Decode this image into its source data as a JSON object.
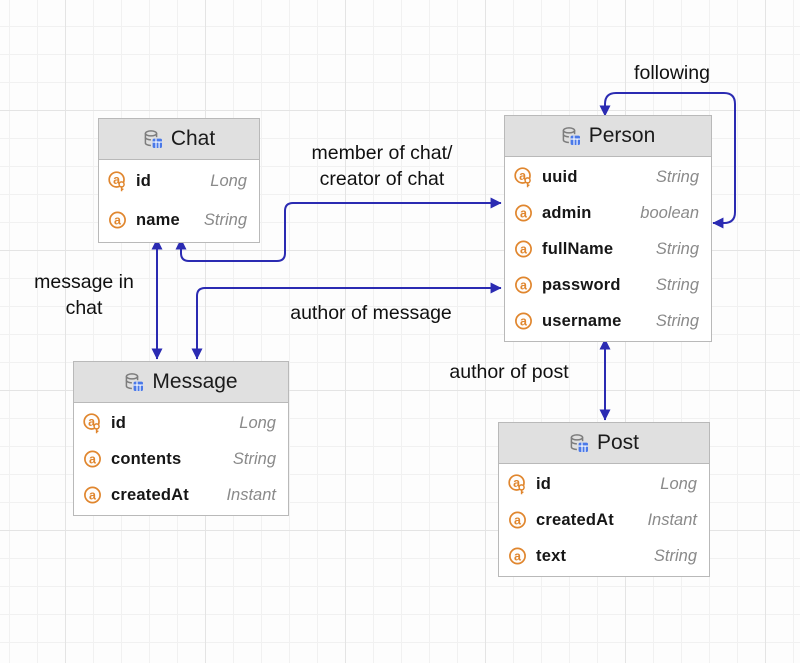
{
  "entities": {
    "chat": {
      "title": "Chat",
      "fields": [
        {
          "name": "id",
          "type": "Long",
          "pk": true
        },
        {
          "name": "name",
          "type": "String",
          "pk": false
        }
      ]
    },
    "person": {
      "title": "Person",
      "fields": [
        {
          "name": "uuid",
          "type": "String",
          "pk": true
        },
        {
          "name": "admin",
          "type": "boolean",
          "pk": false
        },
        {
          "name": "fullName",
          "type": "String",
          "pk": false
        },
        {
          "name": "password",
          "type": "String",
          "pk": false
        },
        {
          "name": "username",
          "type": "String",
          "pk": false
        }
      ]
    },
    "message": {
      "title": "Message",
      "fields": [
        {
          "name": "id",
          "type": "Long",
          "pk": true
        },
        {
          "name": "contents",
          "type": "String",
          "pk": false
        },
        {
          "name": "createdAt",
          "type": "Instant",
          "pk": false
        }
      ]
    },
    "post": {
      "title": "Post",
      "fields": [
        {
          "name": "id",
          "type": "Long",
          "pk": true
        },
        {
          "name": "createdAt",
          "type": "Instant",
          "pk": false
        },
        {
          "name": "text",
          "type": "String",
          "pk": false
        }
      ]
    }
  },
  "edges": {
    "following": {
      "label": "following"
    },
    "member_of_chat": {
      "label": "member of chat/\ncreator of chat"
    },
    "message_in_chat": {
      "label": "message in\nchat"
    },
    "author_of_message": {
      "label": "author of message"
    },
    "author_of_post": {
      "label": "author of post"
    }
  },
  "colors": {
    "edge": "#2b2bb2",
    "attribute_icon": "#e0862e",
    "entity_table_icon": "#4a79e8",
    "header_background": "#e0e0e0",
    "entity_border": "#b9b9b9",
    "type_text": "#8a8a8a"
  }
}
